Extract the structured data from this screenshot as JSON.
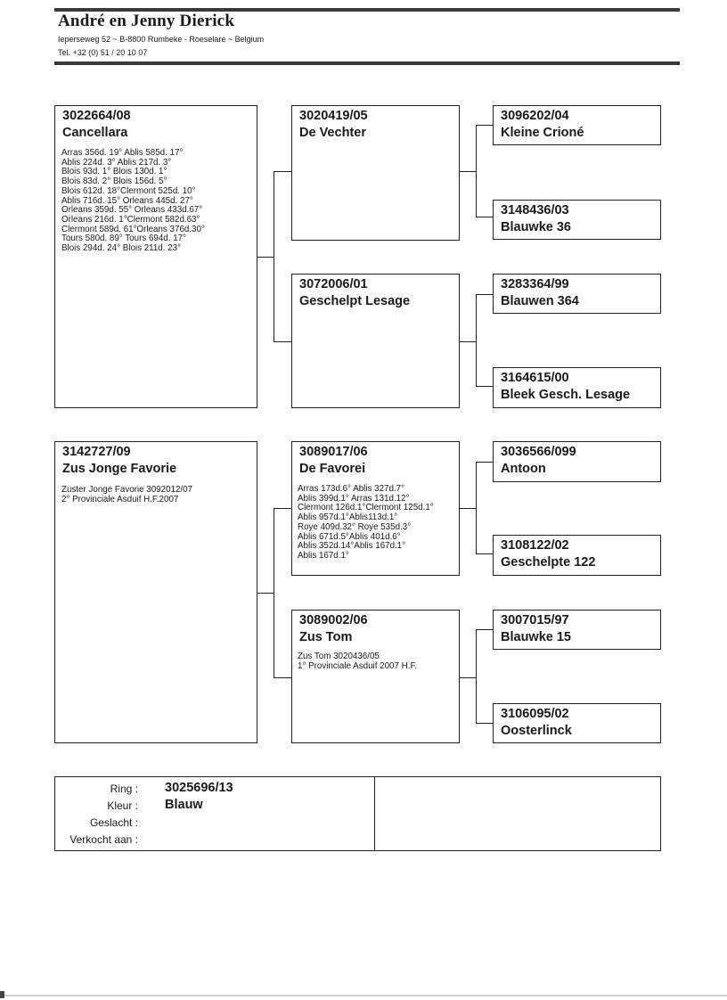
{
  "header": {
    "owner": "André en Jenny Dierick",
    "address": "Ieperseweg 52  ~  B-8800  Rumbeke - Roeselare ~ Belgium",
    "phone": "Tel. +32 (0) 51 / 20 10 07"
  },
  "pedigree": {
    "sire": {
      "ring": "3022664/08",
      "name": "Cancellara",
      "notes": "Arras 356d. 19° Ablis 585d. 17°\nAblis 224d. 3° Ablis 217d. 3°\nBlois 93d. 1° Blois 130d. 1°\nBlois 83d. 2° Blois 156d. 5°\nBlois 612d. 18°Clermont 525d. 10°\nAblis 716d. 15° Orleans 445d. 27°\nOrleans 359d. 55° Orleans 433d.67°\nOrleans 216d. 1°Clermont 582d.63°\nClermont 589d. 61°Orleans 376d.30°\nTours 580d. 89° Tours 694d. 17°\nBlois 294d. 24° Blois 211d. 23°"
    },
    "sire_sire": {
      "ring": "3020419/05",
      "name": "De Vechter"
    },
    "sire_sire_sire": {
      "ring": "3096202/04",
      "name": "Kleine Crioné"
    },
    "sire_sire_dam": {
      "ring": "3148436/03",
      "name": "Blauwke 36"
    },
    "sire_dam": {
      "ring": "3072006/01",
      "name": "Geschelpt Lesage"
    },
    "sire_dam_sire": {
      "ring": "3283364/99",
      "name": "Blauwen 364"
    },
    "sire_dam_dam": {
      "ring": "3164615/00",
      "name": "Bleek Gesch. Lesage"
    },
    "dam": {
      "ring": "3142727/09",
      "name": "Zus Jonge Favorie",
      "notes": "Zuster Jonge Favorie 3092012/07\n2° Provinciale Asduif H.F.2007"
    },
    "dam_sire": {
      "ring": "3089017/06",
      "name": "De Favorei",
      "notes": "Arras 173d.6° Ablis 327d.7°\nAblis 399d.1° Arras 131d.12°\nClermont 126d.1°Clermont 125d.1°\nAblis 957d.1°Ablis113d.1°\nRoye 409d.32° Roye 535d.3°\nAblis 671d.5°Ablis 401d.6°\nAblis 352d.14°Ablis 167d.1°\nAblis 167d.1°"
    },
    "dam_sire_sire": {
      "ring": "3036566/099",
      "name": "Antoon"
    },
    "dam_sire_dam": {
      "ring": "3108122/02",
      "name": "Geschelpte 122"
    },
    "dam_dam": {
      "ring": "3089002/06",
      "name": "Zus Tom",
      "notes": "Zus Tom 3020436/05\n1° Provinciale Asduif 2007 H.F."
    },
    "dam_dam_sire": {
      "ring": "3007015/97",
      "name": "Blauwke 15"
    },
    "dam_dam_dam": {
      "ring": "3106095/02",
      "name": "Oosterlinck"
    }
  },
  "info": {
    "ring_label": "Ring :",
    "ring_value": "3025696/13",
    "color_label": "Kleur :",
    "color_value": "Blauw",
    "sex_label": "Geslacht :",
    "sold_label": "Verkocht aan :"
  }
}
